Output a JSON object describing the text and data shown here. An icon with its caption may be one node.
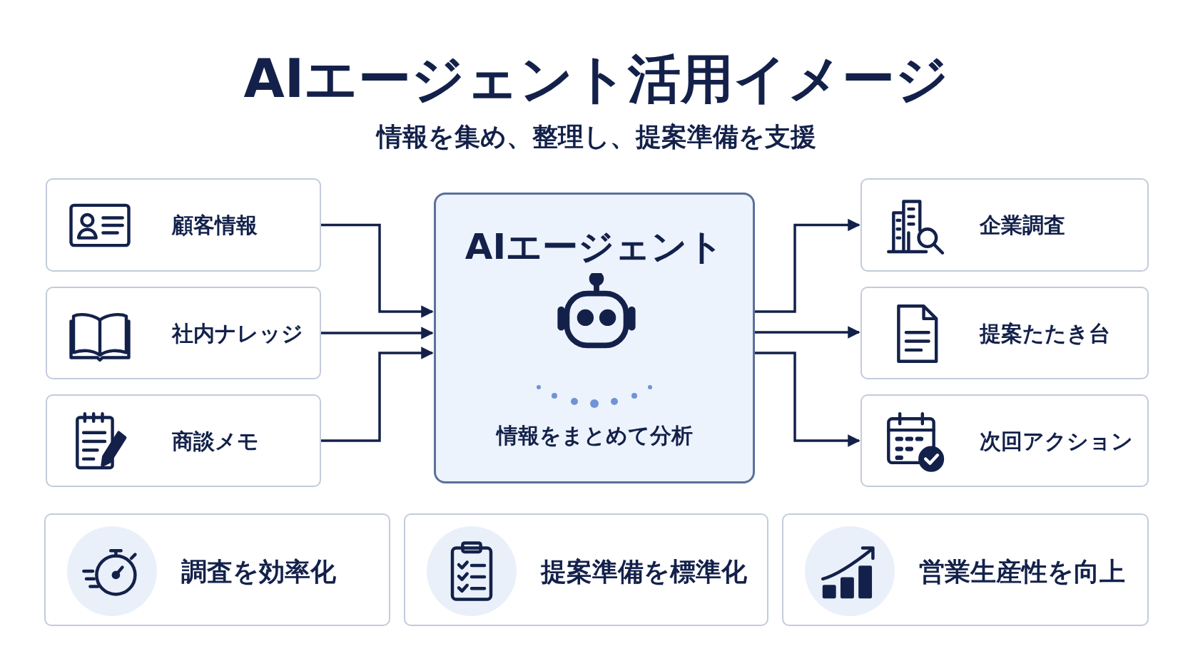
{
  "diagram": {
    "title": "AIエージェント活用イメージ",
    "nodes": [
      {
        "text": [
          "顧客情報"
        ]
      },
      {
        "text": [
          "社内ナレッジ"
        ]
      },
      {
        "text": [
          "商談メモ"
        ]
      },
      {
        "text": [
          "AIエージェント",
          "情報をまとめて分析"
        ]
      },
      {
        "text": [
          "企業調査"
        ]
      },
      {
        "text": [
          "提案たたき台"
        ]
      },
      {
        "text": [
          "次回アクション"
        ]
      },
      {
        "text": [
          "調査を効率化"
        ]
      },
      {
        "text": [
          "提案準備を標準化"
        ]
      },
      {
        "text": [
          "営業生産性を向上"
        ]
      }
    ],
    "edges": [
      {
        "from": 0,
        "to": 3,
        "arrow": "to"
      },
      {
        "from": 1,
        "to": 3,
        "arrow": "to"
      },
      {
        "from": 2,
        "to": 3,
        "arrow": "to"
      },
      {
        "from": 3,
        "to": 4,
        "arrow": "to"
      },
      {
        "from": 3,
        "to": 5,
        "arrow": "to"
      },
      {
        "from": 3,
        "to": 6,
        "arrow": "to"
      }
    ],
    "labels": [
      "情報を集め、整理し、提案準備を支援"
    ]
  }
}
